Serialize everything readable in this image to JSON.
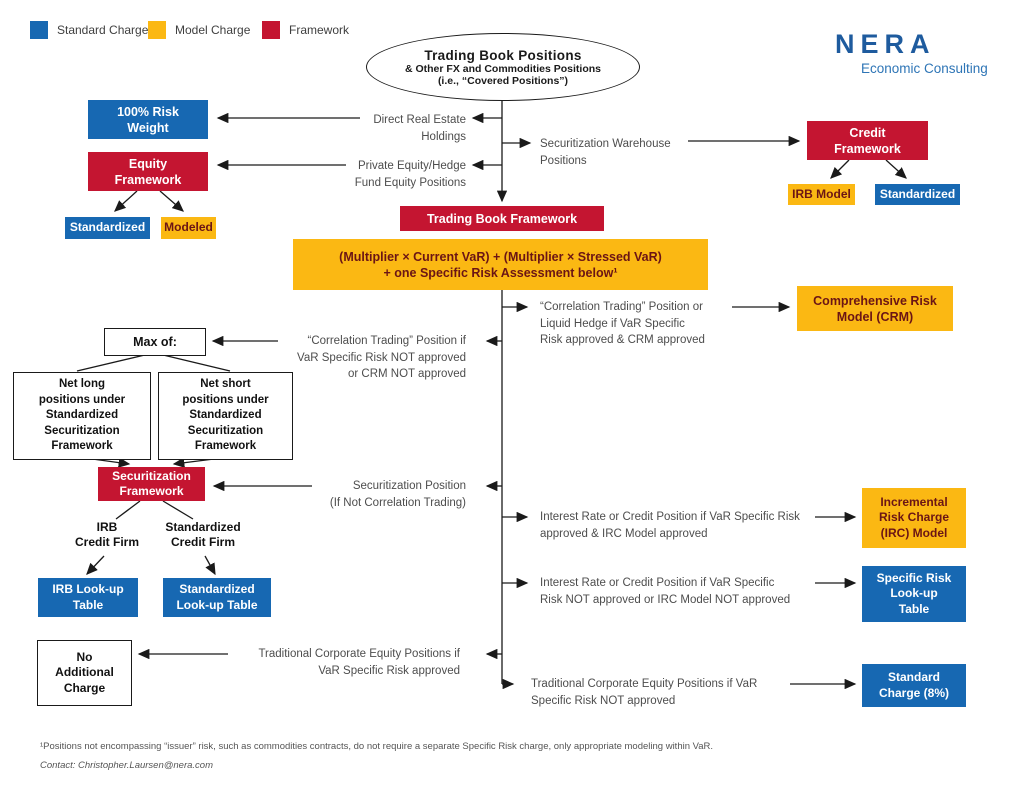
{
  "legend": {
    "standard_charge": "Standard Charge",
    "model_charge": "Model Charge",
    "framework": "Framework"
  },
  "logo": {
    "wordmark": "NERA",
    "tagline": "Economic Consulting"
  },
  "root": {
    "title": "Trading Book Positions",
    "subtitle1": "& Other FX and Commodities Positions",
    "subtitle2": "(i.e., “Covered Positions”)"
  },
  "nodes": {
    "risk_weight": "100% Risk\nWeight",
    "equity_framework": "Equity\nFramework",
    "equity_standardized": "Standardized",
    "equity_modeled": "Modeled",
    "credit_framework": "Credit\nFramework",
    "irb_model": "IRB Model",
    "credit_standardized": "Standardized",
    "trading_book_framework": "Trading Book Framework",
    "var_formula": "(Multiplier × Current VaR) + (Multiplier × Stressed VaR)\n+ one Specific Risk Assessment below¹",
    "crm": "Comprehensive Risk\nModel (CRM)",
    "max_of": "Max of:",
    "net_long": "Net long\npositions under\nStandardized\nSecuritization\nFramework",
    "net_short": "Net short\npositions under\nStandardized\nSecuritization\nFramework",
    "securitization_framework": "Securitization\nFramework",
    "irb_credit_firm": "IRB\nCredit Firm",
    "standardized_credit_firm": "Standardized\nCredit Firm",
    "irb_lookup_table": "IRB Look-up\nTable",
    "standardized_lookup_table": "Standardized\nLook-up Table",
    "irc_model": "Incremental\nRisk Charge\n(IRC) Model",
    "specific_risk_lookup_table": "Specific Risk\nLook-up\nTable",
    "no_additional_charge": "No\nAdditional\nCharge",
    "standard_charge_8": "Standard\nCharge (8%)"
  },
  "edge_labels": {
    "direct_real_estate": "Direct Real Estate\nHoldings",
    "private_equity": "Private Equity/Hedge\nFund Equity Positions",
    "securitization_warehouse": "Securitization Warehouse\nPositions",
    "correlation_approved": "“Correlation Trading” Position or\nLiquid Hedge if VaR Specific\nRisk approved & CRM approved",
    "correlation_not_approved": "“Correlation Trading” Position if\nVaR Specific Risk NOT approved\nor CRM NOT approved",
    "securitization_position": "Securitization Position\n(If Not Correlation Trading)",
    "interest_approved": "Interest Rate or Credit Position if VaR Specific Risk\napproved & IRC Model approved",
    "interest_not_approved": "Interest Rate or Credit Position if VaR Specific\nRisk NOT approved or IRC Model NOT approved",
    "traditional_approved": "Traditional Corporate Equity Positions if\nVaR Specific Risk approved",
    "traditional_not_approved": "Traditional Corporate Equity Positions if VaR\nSpecific Risk NOT approved"
  },
  "footer": {
    "footnote": "¹Positions not encompassing “issuer” risk, such as commodities contracts, do not require a separate Specific Risk charge, only appropriate modeling within VaR.",
    "contact": "Contact: Christopher.Laursen@nera.com"
  },
  "colors": {
    "standard_charge_blue": "#1768b2",
    "model_charge_yellow": "#fbb813",
    "framework_red": "#c41531",
    "nera_blue": "#1e5b9e"
  }
}
